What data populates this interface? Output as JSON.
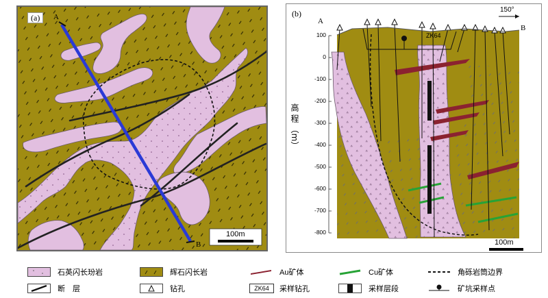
{
  "panel_a": {
    "label": "(a)",
    "point_a": "A",
    "point_b": "B",
    "scale_label": "100m"
  },
  "panel_b": {
    "label": "(b)",
    "point_a": "A",
    "point_b": "B",
    "azimuth": "150°",
    "drill_label": "ZK64",
    "y_axis_title": "高 程 （m）",
    "y_ticks": [
      "100",
      "0",
      "-100",
      "-200",
      "-300",
      "-400",
      "-500",
      "-600",
      "-700",
      "-800"
    ],
    "scale_label": "100m"
  },
  "legend": {
    "items": [
      {
        "label": "石英闪长玢岩",
        "symbol": "quartz-diorite-porphyrite"
      },
      {
        "label": "辉石闪长岩",
        "symbol": "pyroxene-diorite"
      },
      {
        "label": "Au矿体",
        "symbol": "au-orebody"
      },
      {
        "label": "Cu矿体",
        "symbol": "cu-orebody"
      },
      {
        "label": "角砾岩筒边界",
        "symbol": "breccia-pipe-boundary"
      },
      {
        "label": "断　层",
        "symbol": "fault"
      },
      {
        "label": "钻孔",
        "symbol": "drill-hole"
      },
      {
        "label": "采样钻孔",
        "symbol": "sampled-drill-hole",
        "badge": "ZK64"
      },
      {
        "label": "采样层段",
        "symbol": "sampled-interval"
      },
      {
        "label": "矿坑采样点",
        "symbol": "pit-sampling-point"
      }
    ]
  },
  "colors": {
    "pyroxene_diorite": "#a08c12",
    "quartz_diorite_porphyrite": "#e2bfe0",
    "au_orebody": "#8b2230",
    "cu_orebody": "#27a336",
    "fault": "#222222",
    "section_line": "#2a3ad6"
  }
}
